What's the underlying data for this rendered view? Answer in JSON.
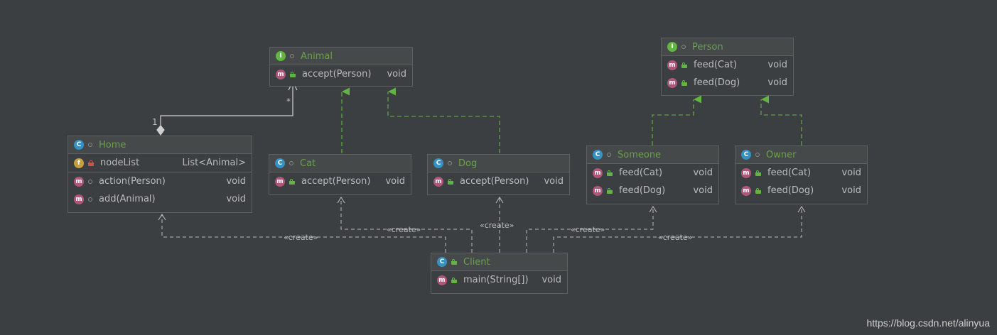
{
  "diagram": {
    "nodes": {
      "animal": {
        "kind": "interface",
        "name": "Animal",
        "methods": [
          {
            "name": "accept(Person)",
            "type": "void"
          }
        ]
      },
      "person": {
        "kind": "interface",
        "name": "Person",
        "methods": [
          {
            "name": "feed(Cat)",
            "type": "void"
          },
          {
            "name": "feed(Dog)",
            "type": "void"
          }
        ]
      },
      "home": {
        "kind": "class",
        "name": "Home",
        "fields": [
          {
            "name": "nodeList",
            "type": "List<Animal>"
          }
        ],
        "methods": [
          {
            "name": "action(Person)",
            "type": "void"
          },
          {
            "name": "add(Animal)",
            "type": "void"
          }
        ]
      },
      "cat": {
        "kind": "class",
        "name": "Cat",
        "methods": [
          {
            "name": "accept(Person)",
            "type": "void"
          }
        ]
      },
      "dog": {
        "kind": "class",
        "name": "Dog",
        "methods": [
          {
            "name": "accept(Person)",
            "type": "void"
          }
        ]
      },
      "someone": {
        "kind": "class",
        "name": "Someone",
        "methods": [
          {
            "name": "feed(Cat)",
            "type": "void"
          },
          {
            "name": "feed(Dog)",
            "type": "void"
          }
        ]
      },
      "owner": {
        "kind": "class",
        "name": "Owner",
        "methods": [
          {
            "name": "feed(Cat)",
            "type": "void"
          },
          {
            "name": "feed(Dog)",
            "type": "void"
          }
        ]
      },
      "client": {
        "kind": "class",
        "name": "Client",
        "methods": [
          {
            "name": "main(String[])",
            "type": "void"
          }
        ]
      }
    },
    "edges": {
      "aggregation": {
        "from": "Home",
        "to": "Animal",
        "source_multiplicity": "1",
        "target_multiplicity": "*"
      },
      "realizations": [
        {
          "from": "Cat",
          "to": "Animal"
        },
        {
          "from": "Dog",
          "to": "Animal"
        },
        {
          "from": "Someone",
          "to": "Person"
        },
        {
          "from": "Owner",
          "to": "Person"
        }
      ],
      "dependencies": [
        {
          "from": "Client",
          "to": "Home",
          "label": "«create»"
        },
        {
          "from": "Client",
          "to": "Cat",
          "label": "«create»"
        },
        {
          "from": "Client",
          "to": "Dog",
          "label": "«create»"
        },
        {
          "from": "Client",
          "to": "Someone",
          "label": "«create»"
        },
        {
          "from": "Client",
          "to": "Owner",
          "label": "«create»"
        }
      ]
    },
    "badges": {
      "interface": "I",
      "class": "C",
      "field": "f",
      "method": "m"
    },
    "colors": {
      "background": "#3c3f41",
      "header": "#45494a",
      "border": "#5e6060",
      "title_text": "#6a9f4d",
      "realization_arrow": "#62b543",
      "dependency_line": "#bbbbbb"
    }
  },
  "watermark": "https://blog.csdn.net/alinyua"
}
